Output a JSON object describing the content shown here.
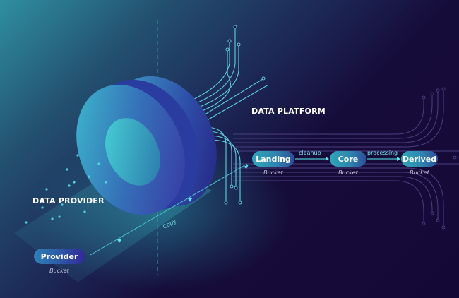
{
  "diagram": {
    "sections": {
      "platform_title": "DATA PLATFORM",
      "provider_title": "DATA PROVIDER"
    },
    "nodes": [
      {
        "id": "provider",
        "label": "Provider",
        "sublabel": "Bucket"
      },
      {
        "id": "landing",
        "label": "Landing",
        "sublabel": "Bucket"
      },
      {
        "id": "core",
        "label": "Core",
        "sublabel": "Bucket"
      },
      {
        "id": "derived",
        "label": "Derived",
        "sublabel": "Bucket"
      }
    ],
    "edges": [
      {
        "from": "provider",
        "to": "landing",
        "label": "Copy"
      },
      {
        "from": "landing",
        "to": "core",
        "label": "cleanup"
      },
      {
        "from": "core",
        "to": "derived",
        "label": "processing"
      }
    ],
    "colors": {
      "background": "#150a36",
      "accent_cyan": "#4fd6e0",
      "pill_start": "#2fa6b8",
      "pill_end": "#2d4d98",
      "circuit_lines": "#5b4f8f"
    }
  }
}
